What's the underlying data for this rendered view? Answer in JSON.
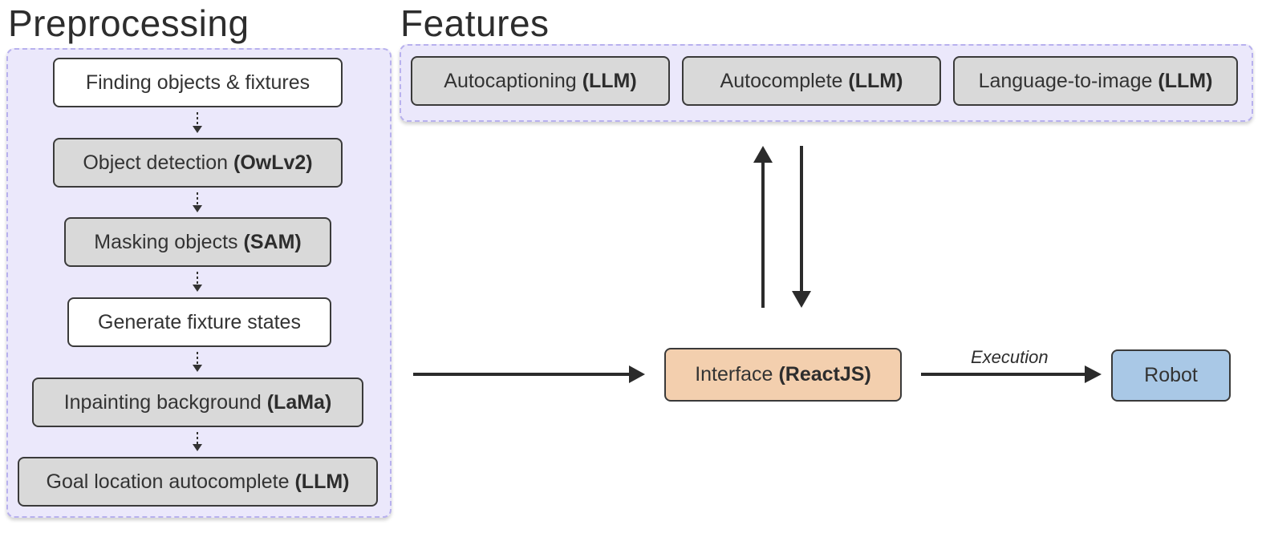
{
  "preprocessing": {
    "title": "Preprocessing",
    "steps": [
      {
        "text": "Finding objects & fixtures",
        "model": ""
      },
      {
        "text": "Object detection",
        "model": "(OwLv2)"
      },
      {
        "text": "Masking objects",
        "model": "(SAM)"
      },
      {
        "text": "Generate fixture states",
        "model": ""
      },
      {
        "text": "Inpainting background",
        "model": "(LaMa)"
      },
      {
        "text": "Goal location autocomplete",
        "model": "(LLM)"
      }
    ]
  },
  "features": {
    "title": "Features",
    "items": [
      {
        "text": "Autocaptioning",
        "model": "(LLM)"
      },
      {
        "text": "Autocomplete",
        "model": "(LLM)"
      },
      {
        "text": "Language-to-image",
        "model": "(LLM)"
      }
    ]
  },
  "interface": {
    "text": "Interface",
    "model": "(ReactJS)"
  },
  "robot": {
    "text": "Robot"
  },
  "execution_label": "Execution",
  "colors": {
    "panel_fill": "#ebe8fb",
    "panel_border": "#b8b1ee",
    "gray_box": "#d9d9d9",
    "interface_box": "#f3cfae",
    "robot_box": "#a9c8e6"
  }
}
